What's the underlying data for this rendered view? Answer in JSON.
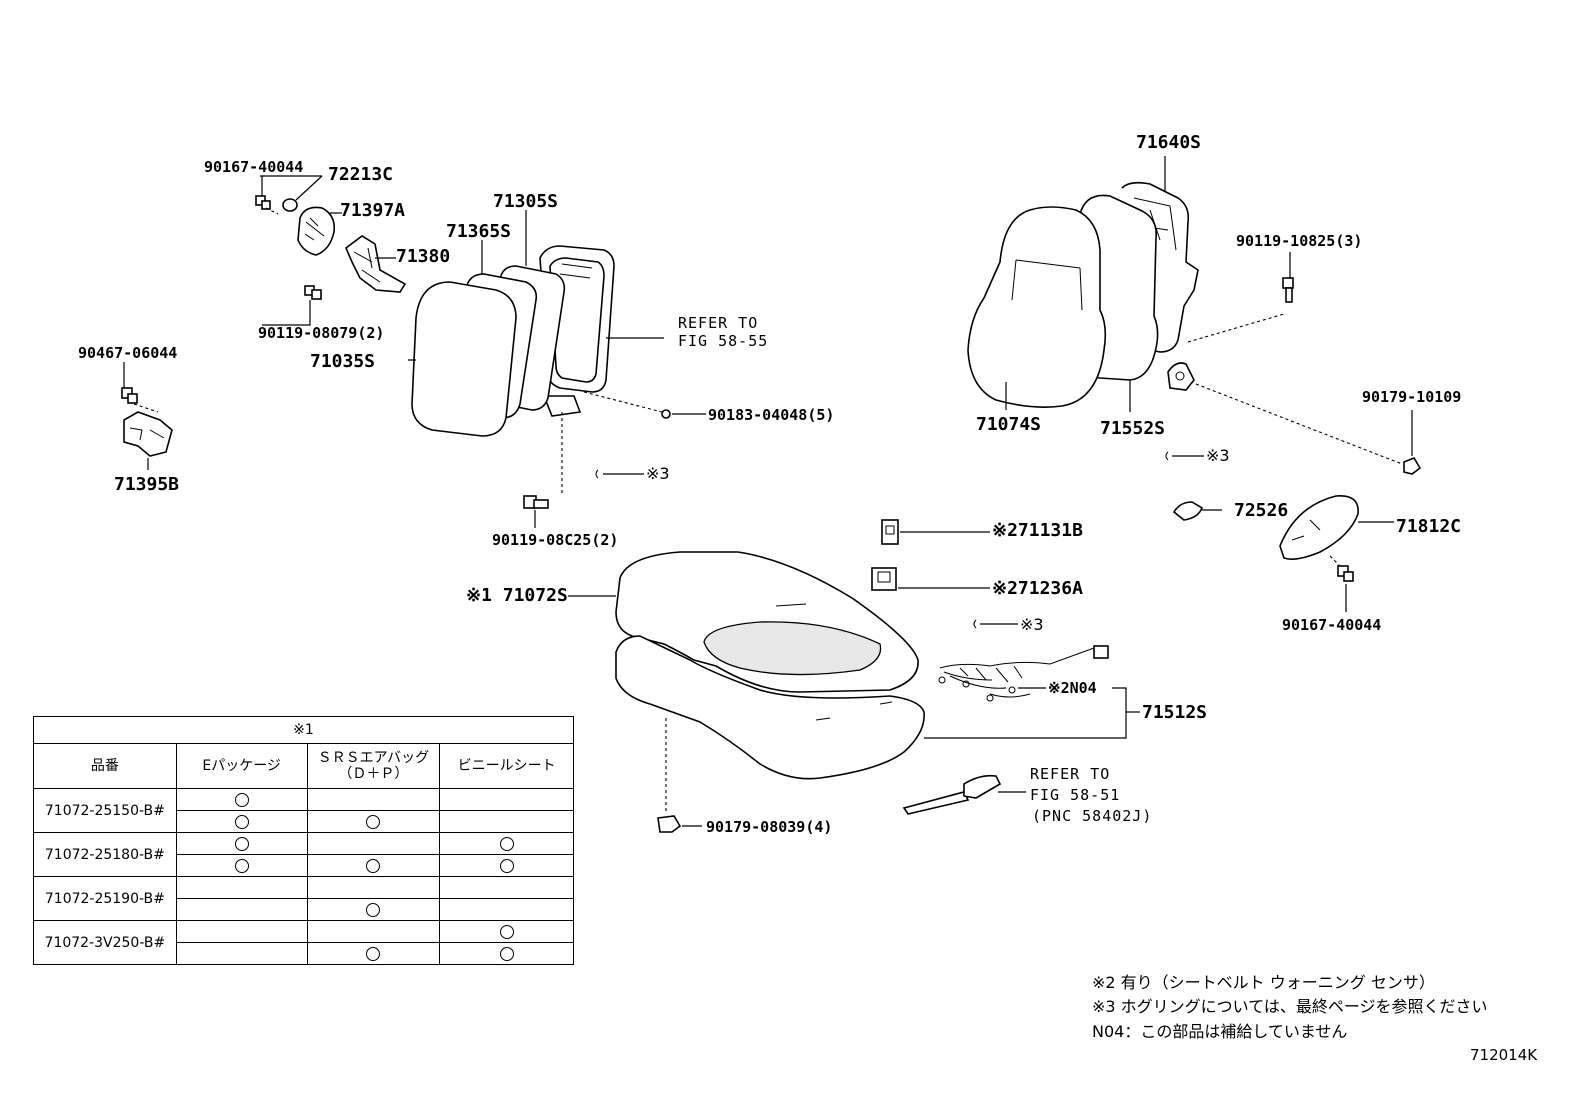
{
  "parts": {
    "p90167_40044_top": "90167-40044",
    "p72213C": "72213C",
    "p71397A": "71397A",
    "p71380": "71380",
    "p90119_08079": "90119-08079(2)",
    "p71305S": "71305S",
    "p71365S": "71365S",
    "p71035S": "71035S",
    "refer_1a": "REFER TO",
    "refer_1b": "FIG 58-55",
    "p90183_04048": "90183-04048(5)",
    "p90467_06044": "90467-06044",
    "p71395B": "71395B",
    "note3_a": "※3",
    "p90119_08C25": "90119-08C25(2)",
    "p71640S": "71640S",
    "p90119_10825": "90119-10825(3)",
    "p71074S": "71074S",
    "p71552S": "71552S",
    "p90179_10109": "90179-10109",
    "note3_b": "※3",
    "p72526": "72526",
    "p71812C": "71812C",
    "p90167_40044_right": "90167-40044",
    "p71131B": "※271131B",
    "p71236A": "※271236A",
    "p71072S": "※1 71072S",
    "note3_c": "※3",
    "pN04": "※2N04",
    "p71512S": "71512S",
    "refer_2a": "REFER TO",
    "refer_2b": "FIG 58-51",
    "refer_2c": "(PNC 58402J)",
    "p90179_08039": "90179-08039(4)"
  },
  "table": {
    "title": "※1",
    "headers": [
      "品番",
      "Eパッケージ",
      "ＳＲＳエアバッグ",
      "（Ｄ＋Ｐ）",
      "ビニールシート"
    ],
    "part_numbers": [
      "71072-25150-B#",
      "71072-25180-B#",
      "71072-25190-B#",
      "71072-3V250-B#"
    ]
  },
  "notes": {
    "n2": "※2  有り（シートベルト  ウォーニング  センサ）",
    "n3": "※3  ホグリングについては、最終ページを参照ください",
    "n4": "N04：この部品は補給していません"
  },
  "figure_code": "712014K"
}
